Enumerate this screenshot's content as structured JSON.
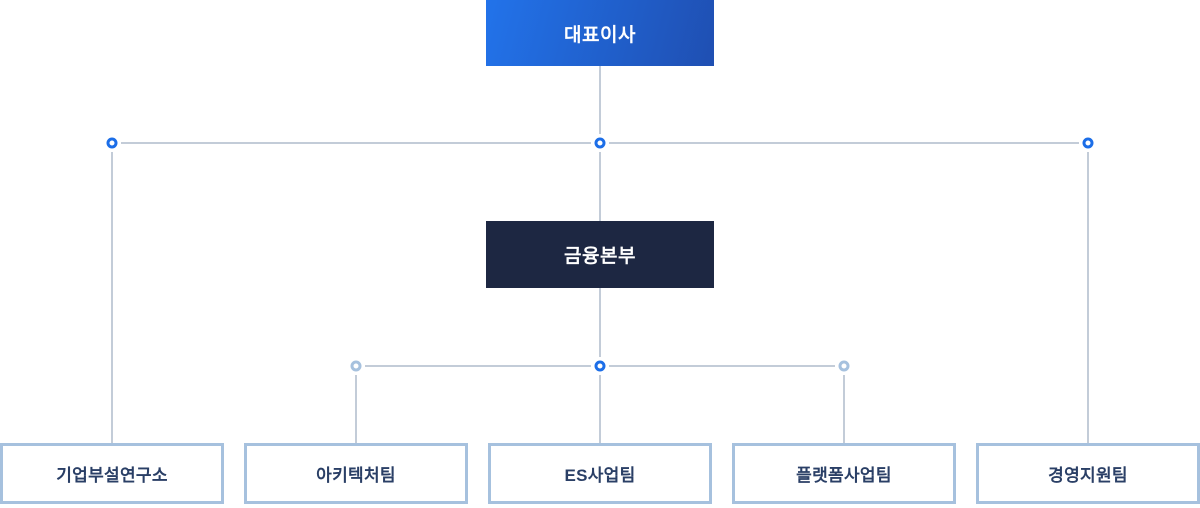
{
  "org_chart": {
    "root": {
      "label": "대표이사"
    },
    "division": {
      "label": "금융본부"
    },
    "teams": [
      {
        "label": "기업부설연구소"
      },
      {
        "label": "아키텍처팀"
      },
      {
        "label": "ES사업팀"
      },
      {
        "label": "플랫폼사업팀"
      },
      {
        "label": "경영지원팀"
      }
    ],
    "colors": {
      "root_gradient_start": "#2273ea",
      "root_gradient_end": "#1f4fb2",
      "division_bg": "#1d2742",
      "team_border": "#a6c1de",
      "team_text": "#2a3f66",
      "line": "#c3ccd8",
      "node_accent": "#1c6ee8",
      "node_muted": "#a6c1de",
      "box_text": "#ffffff"
    }
  }
}
